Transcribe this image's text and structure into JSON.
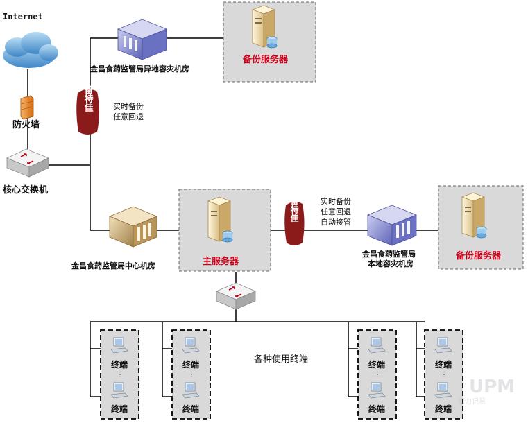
{
  "nodes": {
    "internet": "Internet",
    "firewall": "防火墙",
    "core_switch": "核心交换机",
    "remote_dr": "金昌食药监管局异地容灾机房",
    "center": "金昌食药监管局中心机房",
    "local_dr_line1": "金昌食药监管局",
    "local_dr_line2": "本地容灾机房",
    "backup_top": "备份服务器",
    "main_server": "主服务器",
    "backup_right": "备份服务器",
    "terminals_caption": "各种使用终端",
    "terminal": "终端"
  },
  "annotations": {
    "top_line1": "实时备份",
    "top_line2": "任意回退",
    "mid_line1": "实时备份",
    "mid_line2": "任意回退",
    "mid_line3": "自动接管"
  },
  "seal_text": "备特佳",
  "watermark": "UPM 和力记易",
  "colors": {
    "accent_red": "#d0021b",
    "seal_red": "#8b1a1a",
    "box_fill": "#d9d9d9",
    "line": "#000000"
  }
}
